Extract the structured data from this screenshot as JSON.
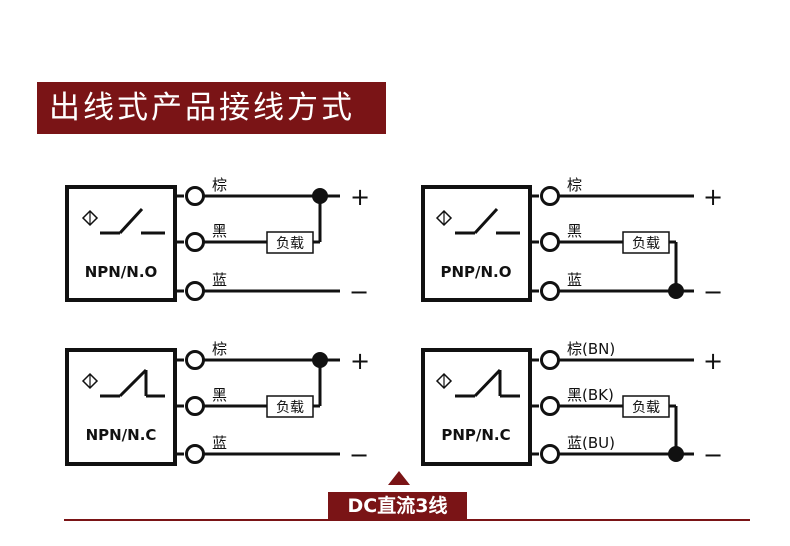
{
  "title": "出线式产品接线方式",
  "footer": "DC直流3线",
  "colors": {
    "accent": "#7a1416",
    "line": "#111111"
  },
  "diagrams": [
    {
      "model": "NPN/N.O",
      "wire_top": "棕",
      "wire_mid": "黑",
      "wire_bot": "蓝",
      "load": "负载",
      "plus": "+",
      "minus": "−"
    },
    {
      "model": "PNP/N.O",
      "wire_top": "棕",
      "wire_mid": "黑",
      "wire_bot": "蓝",
      "load": "负载",
      "plus": "+",
      "minus": "−"
    },
    {
      "model": "NPN/N.C",
      "wire_top": "棕",
      "wire_mid": "黑",
      "wire_bot": "蓝",
      "load": "负载",
      "plus": "+",
      "minus": "−"
    },
    {
      "model": "PNP/N.C",
      "wire_top": "棕(BN)",
      "wire_mid": "黑(BK)",
      "wire_bot": "蓝(BU)",
      "load": "负载",
      "plus": "+",
      "minus": "−"
    }
  ]
}
